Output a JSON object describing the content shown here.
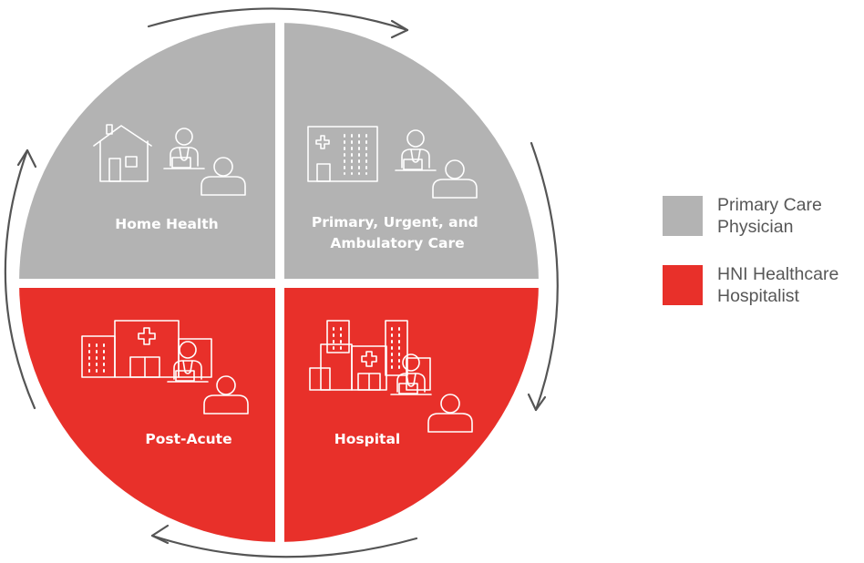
{
  "colors": {
    "gray": "#b3b3b3",
    "red": "#e8302a",
    "arrow": "#555555",
    "legend_text": "#575757",
    "icon": "#ffffff"
  },
  "quadrants": [
    {
      "id": "home-health",
      "lines": [
        "Home Health"
      ],
      "color": "gray",
      "icons": [
        "house-icon",
        "physician-laptop-icon",
        "patient-icon"
      ]
    },
    {
      "id": "primary-care",
      "lines": [
        "Primary, Urgent, and",
        "Ambulatory Care"
      ],
      "color": "gray",
      "icons": [
        "clinic-building-icon",
        "physician-laptop-icon",
        "patient-icon"
      ]
    },
    {
      "id": "post-acute",
      "lines": [
        "Post-Acute"
      ],
      "color": "red",
      "icons": [
        "care-facility-icon",
        "physician-laptop-icon",
        "patient-icon"
      ]
    },
    {
      "id": "hospital",
      "lines": [
        "Hospital"
      ],
      "color": "red",
      "icons": [
        "hospital-city-icon",
        "physician-laptop-icon",
        "patient-icon"
      ]
    }
  ],
  "legend": [
    {
      "label": "Primary Care\nPhysician",
      "color": "gray"
    },
    {
      "label": "HNI Healthcare\nHospitalist",
      "color": "red"
    }
  ],
  "cycle_arrows": [
    "top-clockwise-arrow",
    "right-clockwise-arrow",
    "bottom-clockwise-arrow",
    "left-clockwise-arrow"
  ]
}
